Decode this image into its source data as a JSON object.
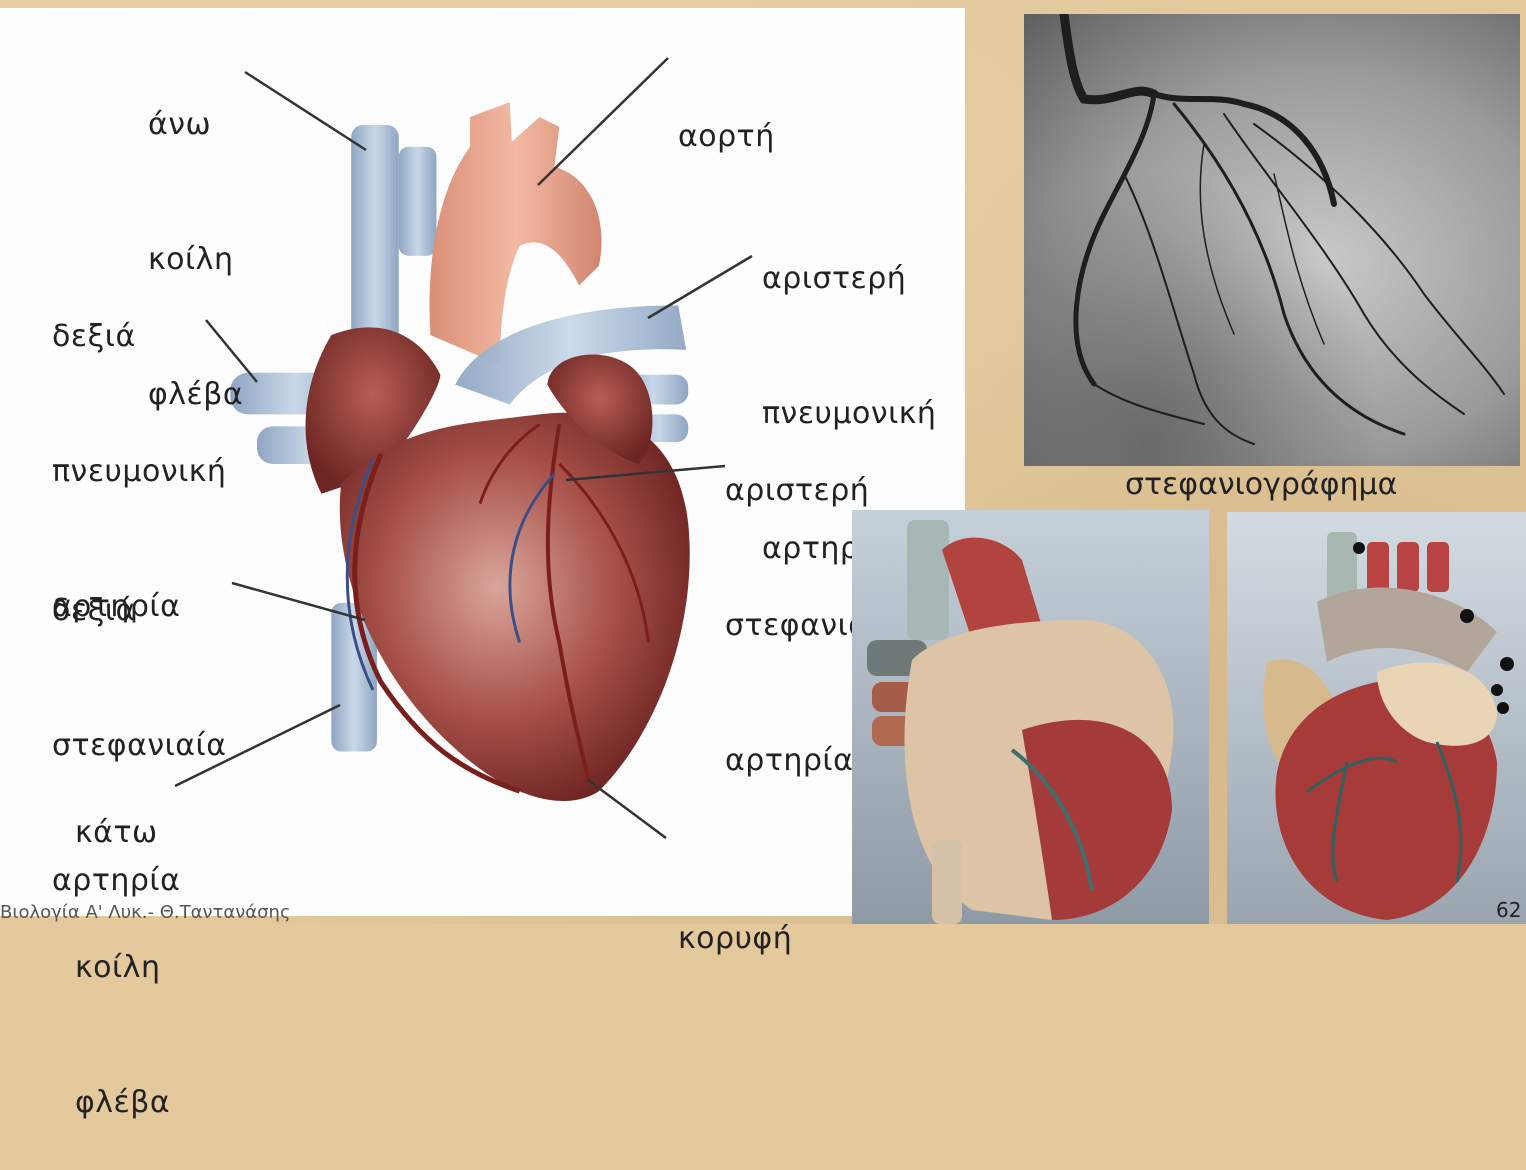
{
  "labels": {
    "superior_vena_cava": [
      "άνω",
      "κοίλη",
      "φλέβα"
    ],
    "aorta": [
      "αορτή"
    ],
    "left_pulmonary_artery": [
      "αριστερή",
      "πνευμονική",
      "αρτηρία"
    ],
    "right_pulmonary_artery": [
      "δεξιά",
      "πνευμονική",
      "αρτηρία"
    ],
    "left_coronary_artery": [
      "αριστερή",
      "στεφανιαία",
      "αρτηρία"
    ],
    "right_coronary_artery": [
      "δεξιά",
      "στεφανιαία",
      "αρτηρία"
    ],
    "inferior_vena_cava": [
      "κάτω",
      "κοίλη",
      "φλέβα"
    ],
    "apex": [
      "κορυφή"
    ]
  },
  "angiogram_caption": "στεφανιογράφημα",
  "footer": "Βιολογία Α' Λυκ.- Θ.Ταντανάσης",
  "page_number": "62",
  "colors": {
    "vein_blue": "#a9bdd4",
    "aorta_pink": "#e8a58c",
    "heart_red": "#9b3b38",
    "background": "#e2c89b"
  }
}
